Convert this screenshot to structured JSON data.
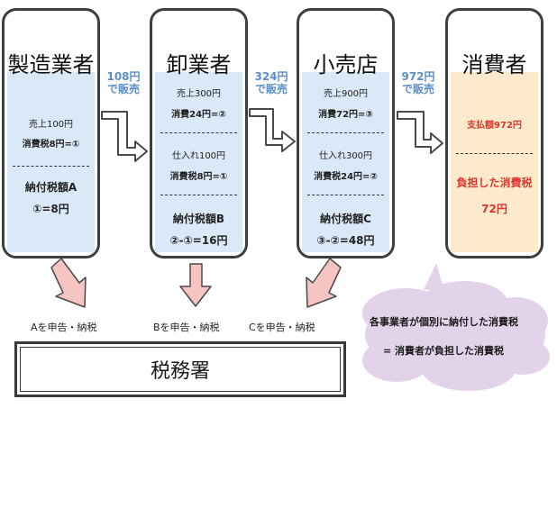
{
  "parties": [
    {
      "title": "製造業者",
      "lines": [
        "売上100円",
        "消費税8円=①",
        "納付税額A",
        "①=8円"
      ]
    },
    {
      "title": "卸業者",
      "lines": [
        "売上300円",
        "消費24円=②",
        "仕入れ100円",
        "消費税8円=①",
        "納付税額B",
        "②-①=16円"
      ]
    },
    {
      "title": "小売店",
      "lines": [
        "売上900円",
        "消費72円=③",
        "仕入れ300円",
        "消費税24円=②",
        "納付税額C",
        "③-②=48円"
      ]
    },
    {
      "title": "消費者",
      "lines": [
        "支払額972円",
        "負担した消費税",
        "72円"
      ]
    }
  ],
  "sales": [
    {
      "amount": "108円",
      "label": "で販売"
    },
    {
      "amount": "324円",
      "label": "で販売"
    },
    {
      "amount": "972円",
      "label": "で販売"
    }
  ],
  "filings": [
    "Aを申告・納税",
    "Bを申告・納税",
    "Cを申告・納税"
  ],
  "tax_office": "税務署",
  "note": [
    "各事業者が個別に納付した消費税",
    "= 消費者が負担した消費税"
  ],
  "colors": {
    "panel_blue": "#dbe8f7",
    "panel_orange": "#fdeacc",
    "accent_blue": "#5b8ec9",
    "red": "#e0352c",
    "arrow_pink": "#f6c4c1",
    "cloud": "#e3d3ea"
  }
}
